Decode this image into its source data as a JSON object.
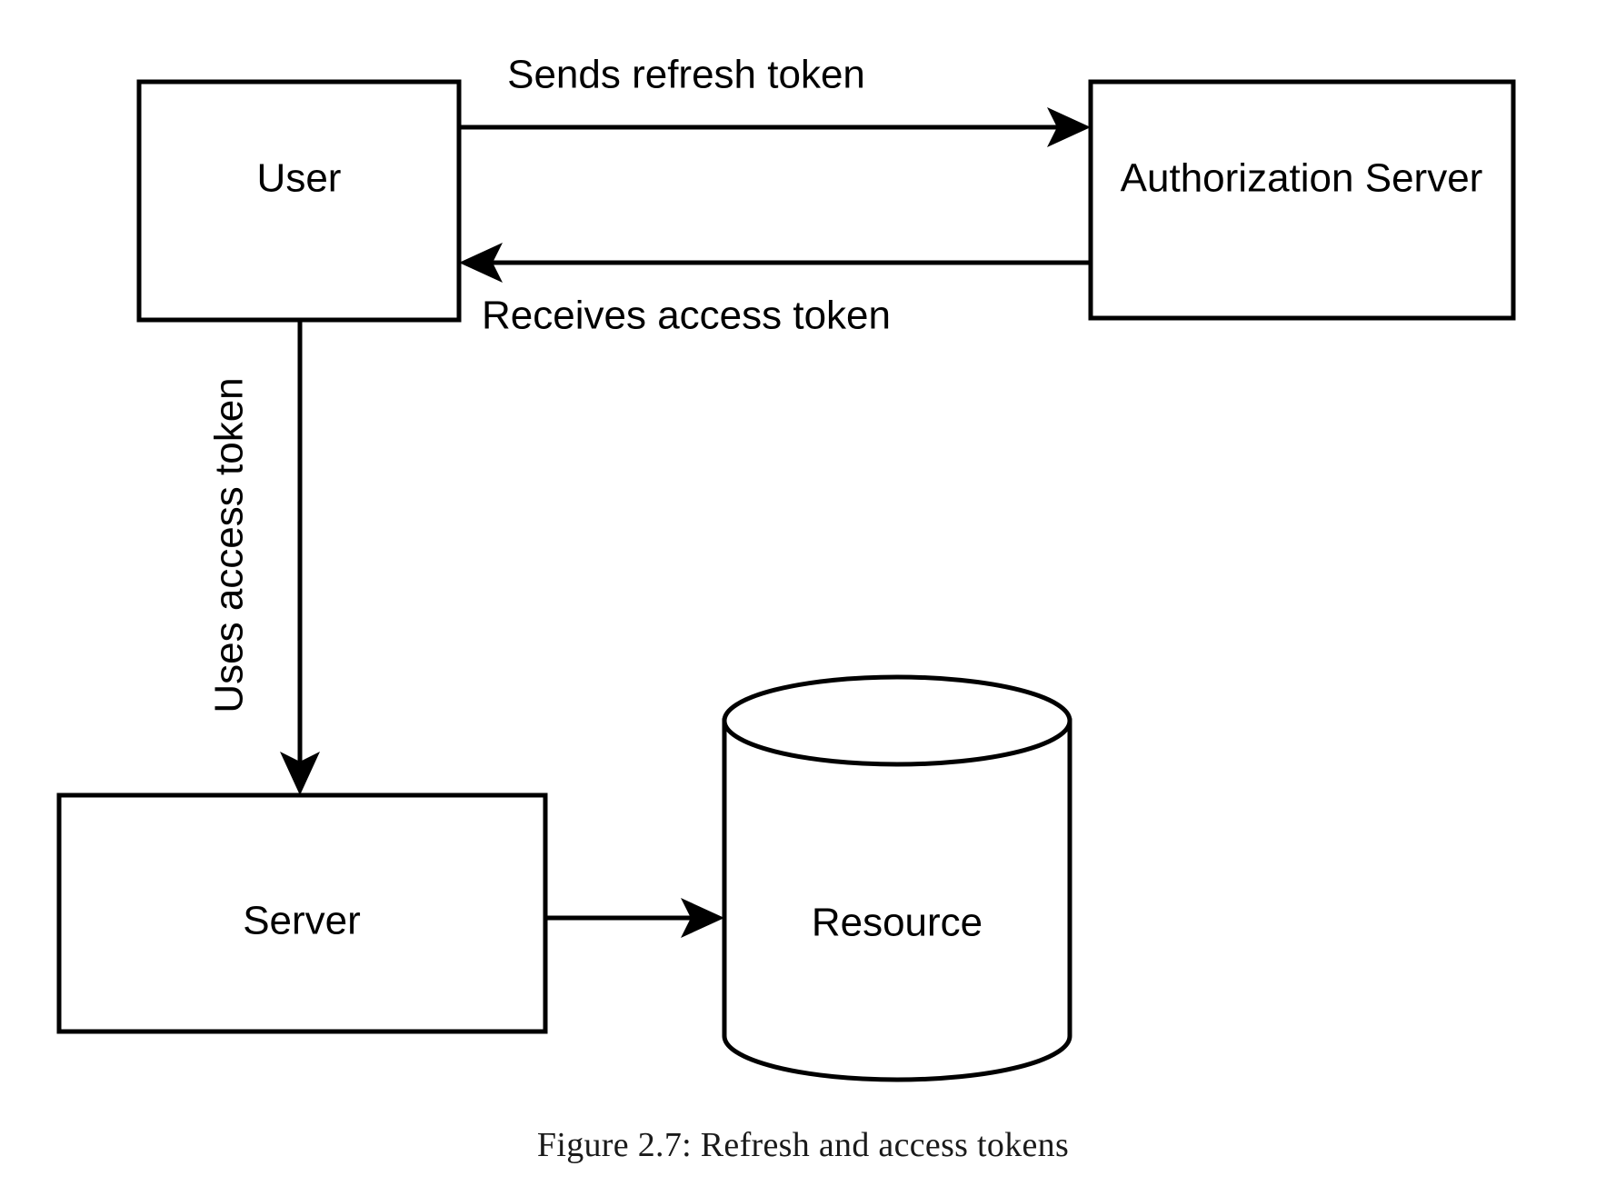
{
  "figure": {
    "caption": "Figure 2.7: Refresh and access tokens",
    "background_color": "#ffffff",
    "stroke_color": "#000000"
  },
  "nodes": [
    {
      "id": "user",
      "label": "User",
      "shape": "rectangle"
    },
    {
      "id": "authorization_server",
      "label": "Authorization Server",
      "shape": "rectangle"
    },
    {
      "id": "server",
      "label": "Server",
      "shape": "rectangle"
    },
    {
      "id": "resource",
      "label": "Resource",
      "shape": "cylinder"
    }
  ],
  "edges": [
    {
      "id": "user-to-auth",
      "from": "user",
      "to": "authorization_server",
      "label": "Sends refresh token",
      "direction": "right"
    },
    {
      "id": "auth-to-user",
      "from": "authorization_server",
      "to": "user",
      "label": "Receives access token",
      "direction": "left"
    },
    {
      "id": "user-to-server",
      "from": "user",
      "to": "server",
      "label": "Uses access token",
      "direction": "down"
    },
    {
      "id": "server-to-resource",
      "from": "server",
      "to": "resource",
      "label": "",
      "direction": "right"
    }
  ]
}
